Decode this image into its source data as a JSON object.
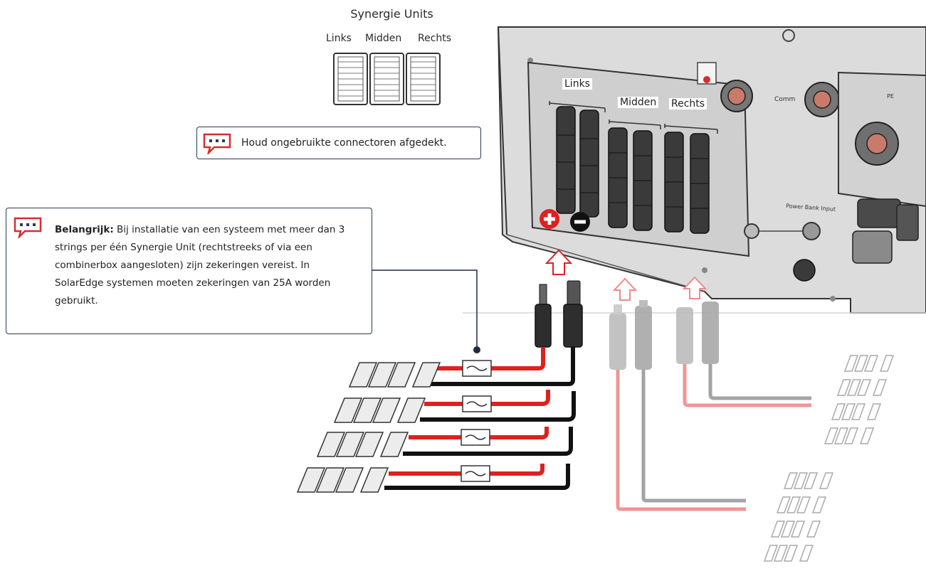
{
  "units": {
    "title": "Synergie Units",
    "left": "Links",
    "middle": "Midden",
    "right": "Rechts"
  },
  "panel_labels": {
    "left": "Links",
    "middle": "Midden",
    "right": "Rechts"
  },
  "inverter_small_labels": {
    "comm": "Comm",
    "pe": "PE",
    "power_bank": "Power Bank Input"
  },
  "callout_cover": {
    "text": "Houd ongebruikte connectoren afgedekt."
  },
  "callout_important": {
    "bold": "Belangrijk:",
    "text": " Bij installatie van een systeem met meer dan 3 strings per één Synergie Unit (rechtstreeks of via een combinerbox aangesloten) zijn zekeringen vereist. In SolarEdge systemen moeten zekeringen van 25A worden gebruikt."
  },
  "colors": {
    "callout_border": "#2b3a55",
    "callout_icon": "#d32f2f",
    "positive": "#e02020",
    "negative": "#111111",
    "inverter": "#d9d9d9",
    "faded_positive": "#f08a8a",
    "faded_negative": "#9a9a9a"
  }
}
